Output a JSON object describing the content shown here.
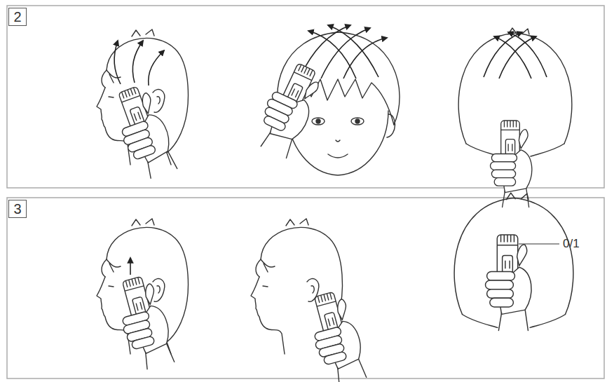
{
  "diagram": {
    "nodes": [
      {
        "text": [
          "2"
        ]
      },
      {
        "text": [
          "3"
        ]
      }
    ],
    "labels": [
      "0/1"
    ]
  }
}
